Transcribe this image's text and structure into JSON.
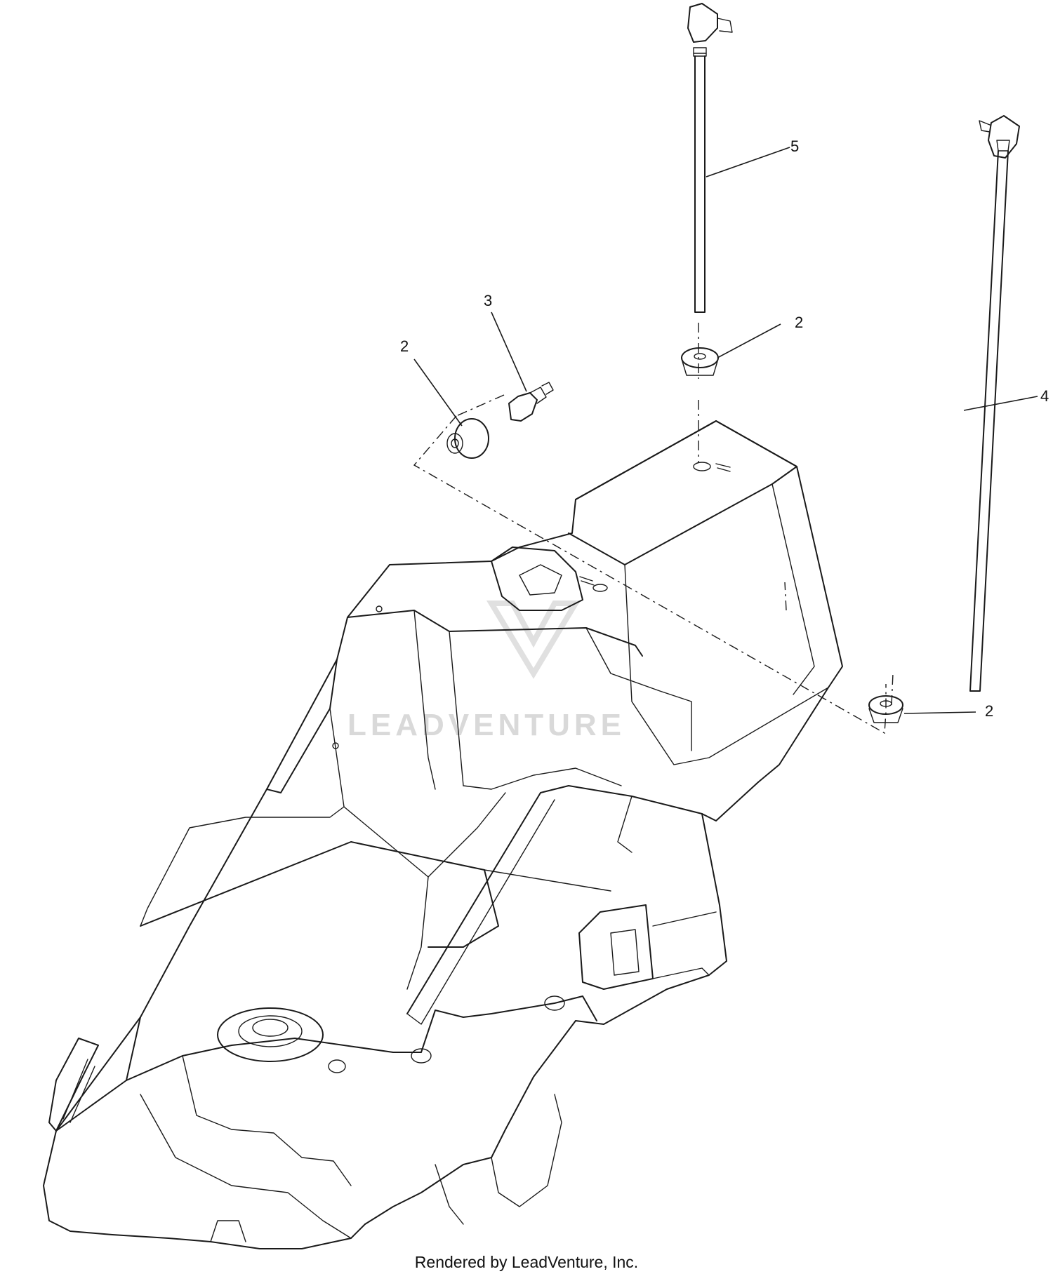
{
  "callouts": [
    {
      "id": "c5",
      "label": "5"
    },
    {
      "id": "c4",
      "label": "4"
    },
    {
      "id": "c3",
      "label": "3"
    },
    {
      "id": "c2a",
      "label": "2"
    },
    {
      "id": "c2b",
      "label": "2"
    },
    {
      "id": "c2c",
      "label": "2"
    }
  ],
  "watermark": {
    "text": "LEADVENTURE"
  },
  "footer": {
    "text": "Rendered by LeadVenture, Inc."
  }
}
